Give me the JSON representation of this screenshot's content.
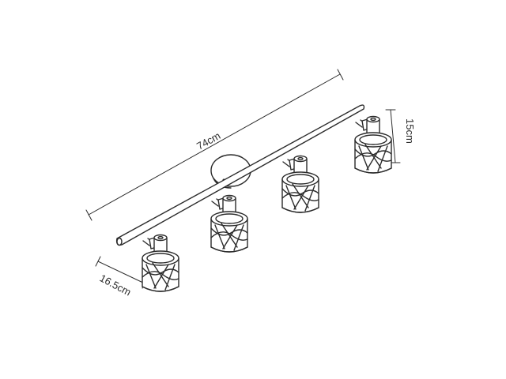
{
  "dimensions": {
    "length": "74cm",
    "height": "15cm",
    "depth": "16.5cm"
  },
  "colors": {
    "line": "#2b2b2b",
    "background": "#ffffff"
  }
}
